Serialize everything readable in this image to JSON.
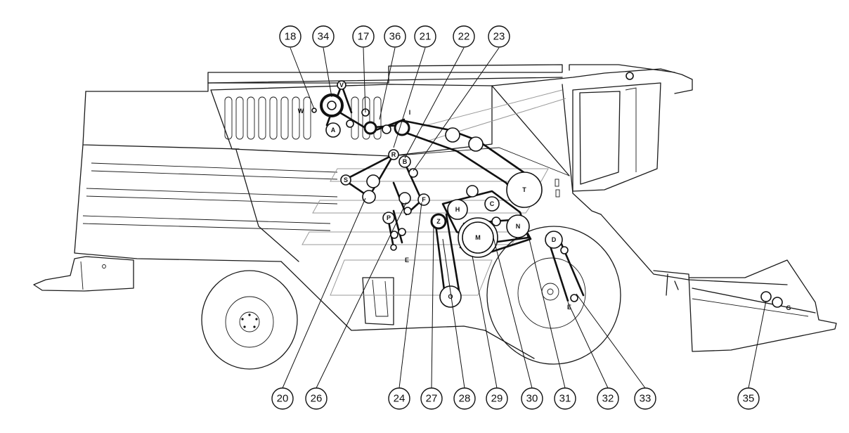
{
  "diagram": {
    "callouts_top": [
      "18",
      "34",
      "17",
      "36",
      "21",
      "22",
      "23"
    ],
    "callouts_bottom": [
      "20",
      "26",
      "24",
      "27",
      "28",
      "29",
      "30",
      "31",
      "32",
      "33",
      "35"
    ],
    "pulley_letters": [
      "V",
      "W",
      "A",
      "I",
      "R",
      "B",
      "S",
      "F",
      "P",
      "E",
      "H",
      "C",
      "Z",
      "M",
      "N",
      "T",
      "O",
      "D",
      "E",
      "G"
    ]
  }
}
